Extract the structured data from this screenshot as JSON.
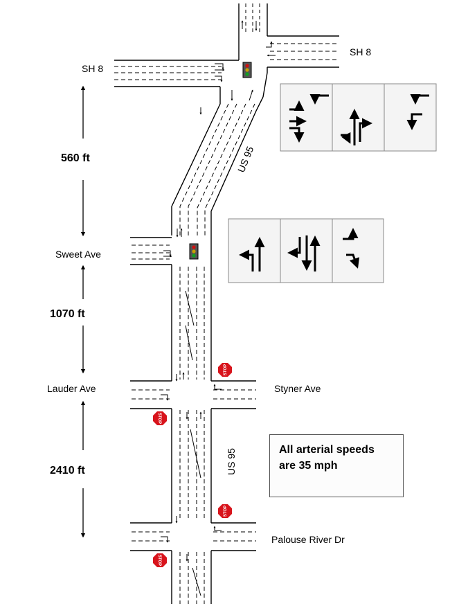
{
  "roads": {
    "sh8_right": "SH 8",
    "sh8_left": "SH 8",
    "us95_upper": "US 95",
    "us95_lower": "US 95",
    "sweet": "Sweet Ave",
    "lauder": "Lauder Ave",
    "styner": "Styner Ave",
    "palouse": "Palouse River Dr"
  },
  "distances": {
    "d1": "560 ft",
    "d2": "1070 ft",
    "d3": "2410 ft"
  },
  "note": {
    "line1": "All arterial speeds",
    "line2": "are 35 mph"
  },
  "signs": {
    "stop": "STOP"
  },
  "colors": {
    "road_line": "#000000",
    "sign_red": "#d8141c",
    "panel_bg": "#f4f4f4",
    "panel_border": "#888888",
    "signal_red": "#d01010",
    "signal_yellow": "#c8a000",
    "signal_green": "#10a020"
  },
  "icons": {
    "signal": "traffic-signal-icon",
    "stop": "stop-sign-icon",
    "arrow": "lane-arrow-icon"
  }
}
